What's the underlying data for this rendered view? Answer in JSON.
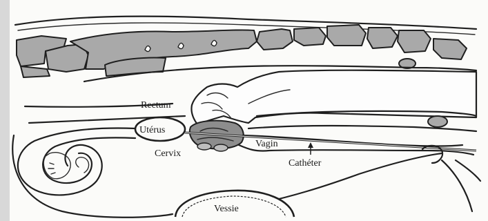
{
  "labels": {
    "rectum": "Rectum",
    "uterus": "Utérus",
    "cervix": "Cervix",
    "vagin": "Vagin",
    "catheter": "Cathéter",
    "vessie": "Vessie"
  },
  "colors": {
    "background": "#fbfbf9",
    "ink": "#1f1f1f",
    "bone": "#a9a9a9",
    "left_border": "#d8d8d8"
  }
}
